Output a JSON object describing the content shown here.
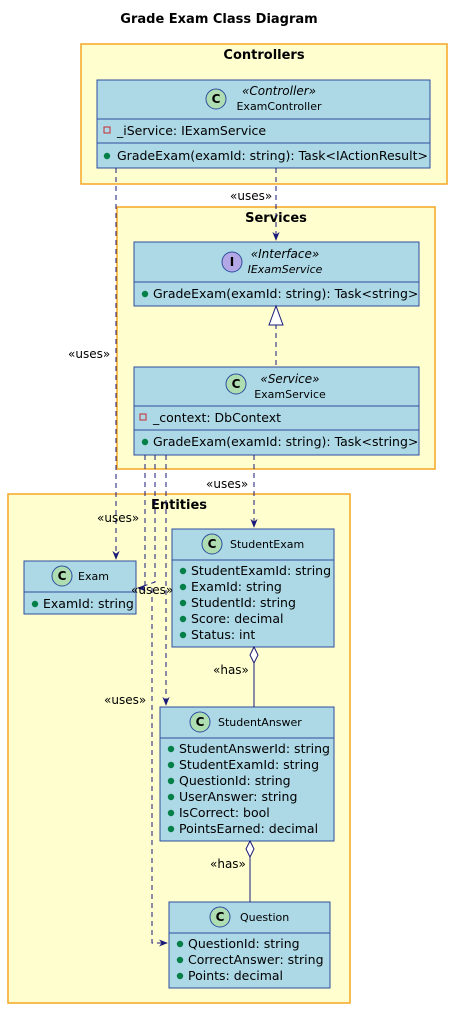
{
  "diagram": {
    "title": "Grade Exam Class Diagram",
    "packages": {
      "controllers": "Controllers",
      "services": "Services",
      "entities": "Entities"
    },
    "classes": {
      "exam_controller": {
        "badge": "C",
        "stereotype": "«Controller»",
        "name": "ExamController",
        "fields": [
          "_iService: IExamService"
        ],
        "methods": [
          "GradeExam(examId: string): Task<IActionResult>"
        ]
      },
      "iexam_service": {
        "badge": "I",
        "stereotype": "«Interface»",
        "name": "IExamService",
        "methods": [
          "GradeExam(examId: string): Task<string>"
        ]
      },
      "exam_service": {
        "badge": "C",
        "stereotype": "«Service»",
        "name": "ExamService",
        "fields": [
          "_context: DbContext"
        ],
        "methods": [
          "GradeExam(examId: string): Task<string>"
        ]
      },
      "exam": {
        "badge": "C",
        "name": "Exam",
        "fields": [
          "ExamId: string"
        ]
      },
      "student_exam": {
        "badge": "C",
        "name": "StudentExam",
        "fields": [
          "StudentExamId: string",
          "ExamId: string",
          "StudentId: string",
          "Score: decimal",
          "Status: int"
        ]
      },
      "student_answer": {
        "badge": "C",
        "name": "StudentAnswer",
        "fields": [
          "StudentAnswerId: string",
          "StudentExamId: string",
          "QuestionId: string",
          "UserAnswer: string",
          "IsCorrect: bool",
          "PointsEarned: decimal"
        ]
      },
      "question": {
        "badge": "C",
        "name": "Question",
        "fields": [
          "QuestionId: string",
          "CorrectAnswer: string",
          "Points: decimal"
        ]
      }
    },
    "edge_labels": {
      "uses_controller_service": "«uses»",
      "uses_controller_exam": "«uses»",
      "uses_service_studentexam": "«uses»",
      "uses_service_exam_a": "«uses»",
      "uses_service_exam_b": "«uses»",
      "uses_service_studentanswer": "«uses»",
      "has_studentexam_answer": "«has»",
      "has_answer_question": "«has»"
    },
    "colors": {
      "package_fill": "#fefece",
      "package_border": "#f5a623",
      "class_fill": "#add8e6",
      "class_border": "#2e4e9e",
      "badge_class": "#adddb0",
      "badge_interface": "#b4a7e5",
      "edge": "#1a1a7a",
      "private_marker": "#c82930",
      "public_marker": "#038048"
    }
  }
}
